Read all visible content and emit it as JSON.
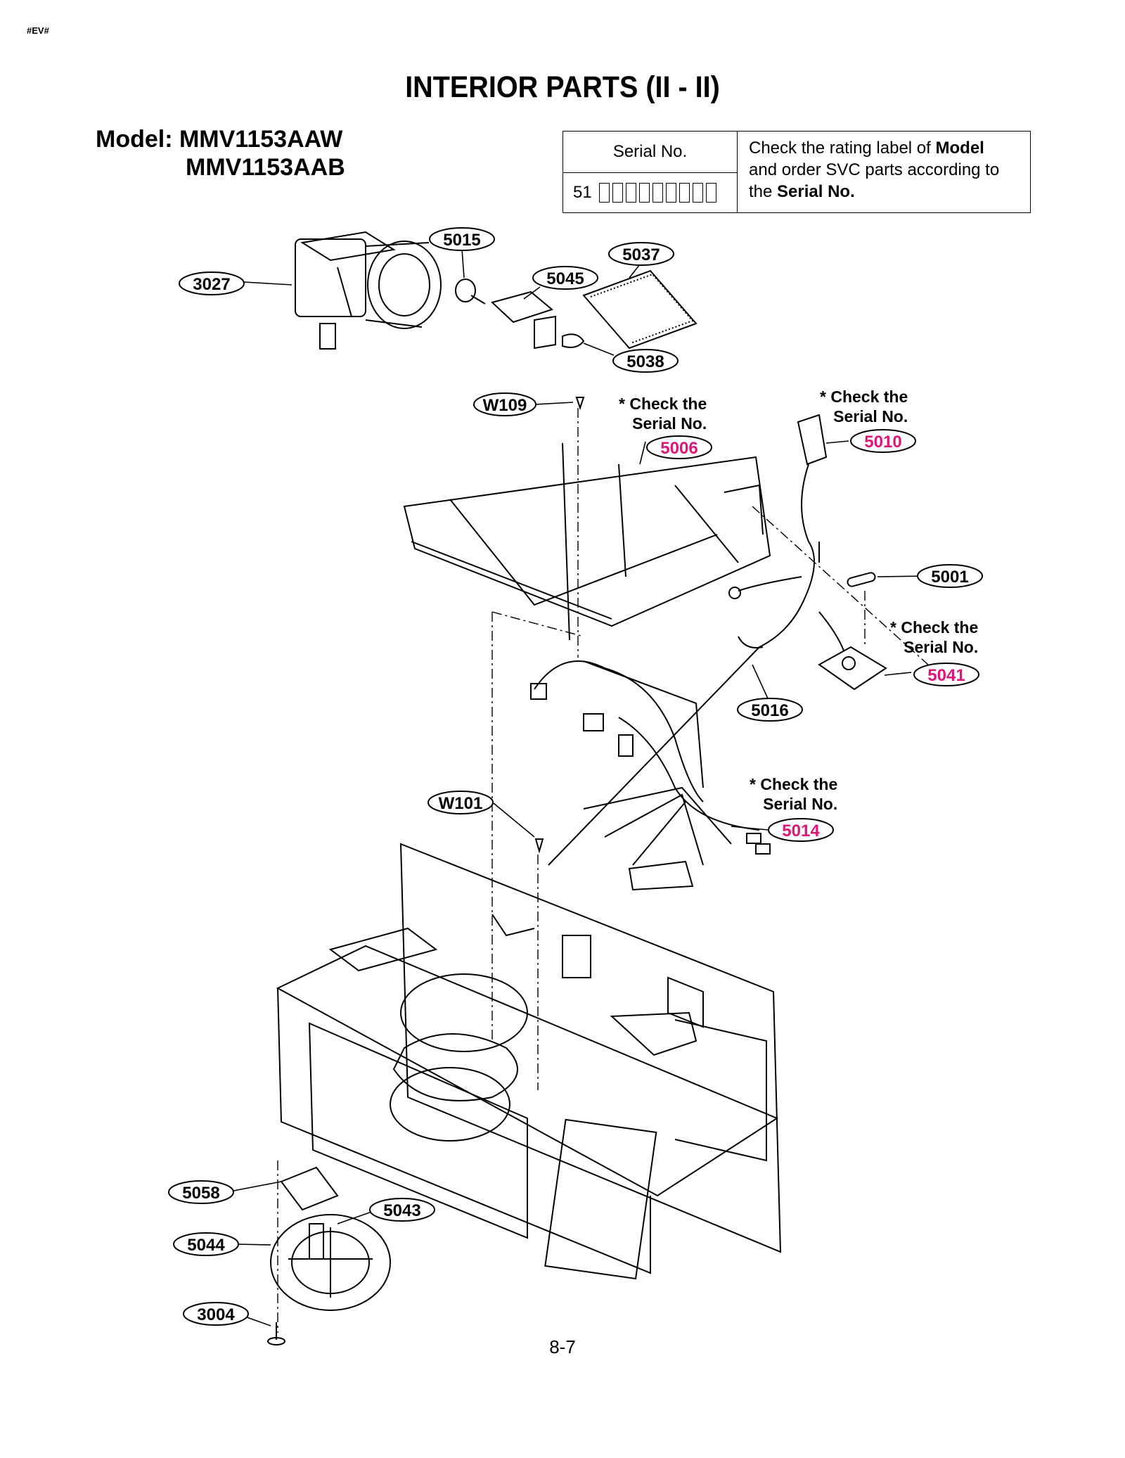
{
  "header": {
    "tag": "#EV#",
    "title": "INTERIOR PARTS (II - II)",
    "model_line1": "Model: MMV1153AAW",
    "model_line2": "MMV1153AAB"
  },
  "serial_table": {
    "heading": "Serial No.",
    "prefix": "51",
    "note_line1_a": "Check the rating label of ",
    "note_line1_b": "Model",
    "note_line2": "and order SVC parts according to",
    "note_line3_a": "the ",
    "note_line3_b": "Serial No."
  },
  "notes": {
    "check_line1": "* Check the",
    "check_line2": "Serial No."
  },
  "parts": {
    "p3027": "3027",
    "p5015": "5015",
    "p5045": "5045",
    "p5037": "5037",
    "p5038": "5038",
    "pW109": "W109",
    "p5006": "5006",
    "p5010": "5010",
    "p5001": "5001",
    "p5041": "5041",
    "p5016": "5016",
    "pW101": "W101",
    "p5014": "5014",
    "p5058": "5058",
    "p5043": "5043",
    "p5044": "5044",
    "p3004": "3004"
  },
  "colors": {
    "serial_part": "#e0157a",
    "line": "#000000"
  },
  "footer": {
    "page_number": "8-7"
  }
}
